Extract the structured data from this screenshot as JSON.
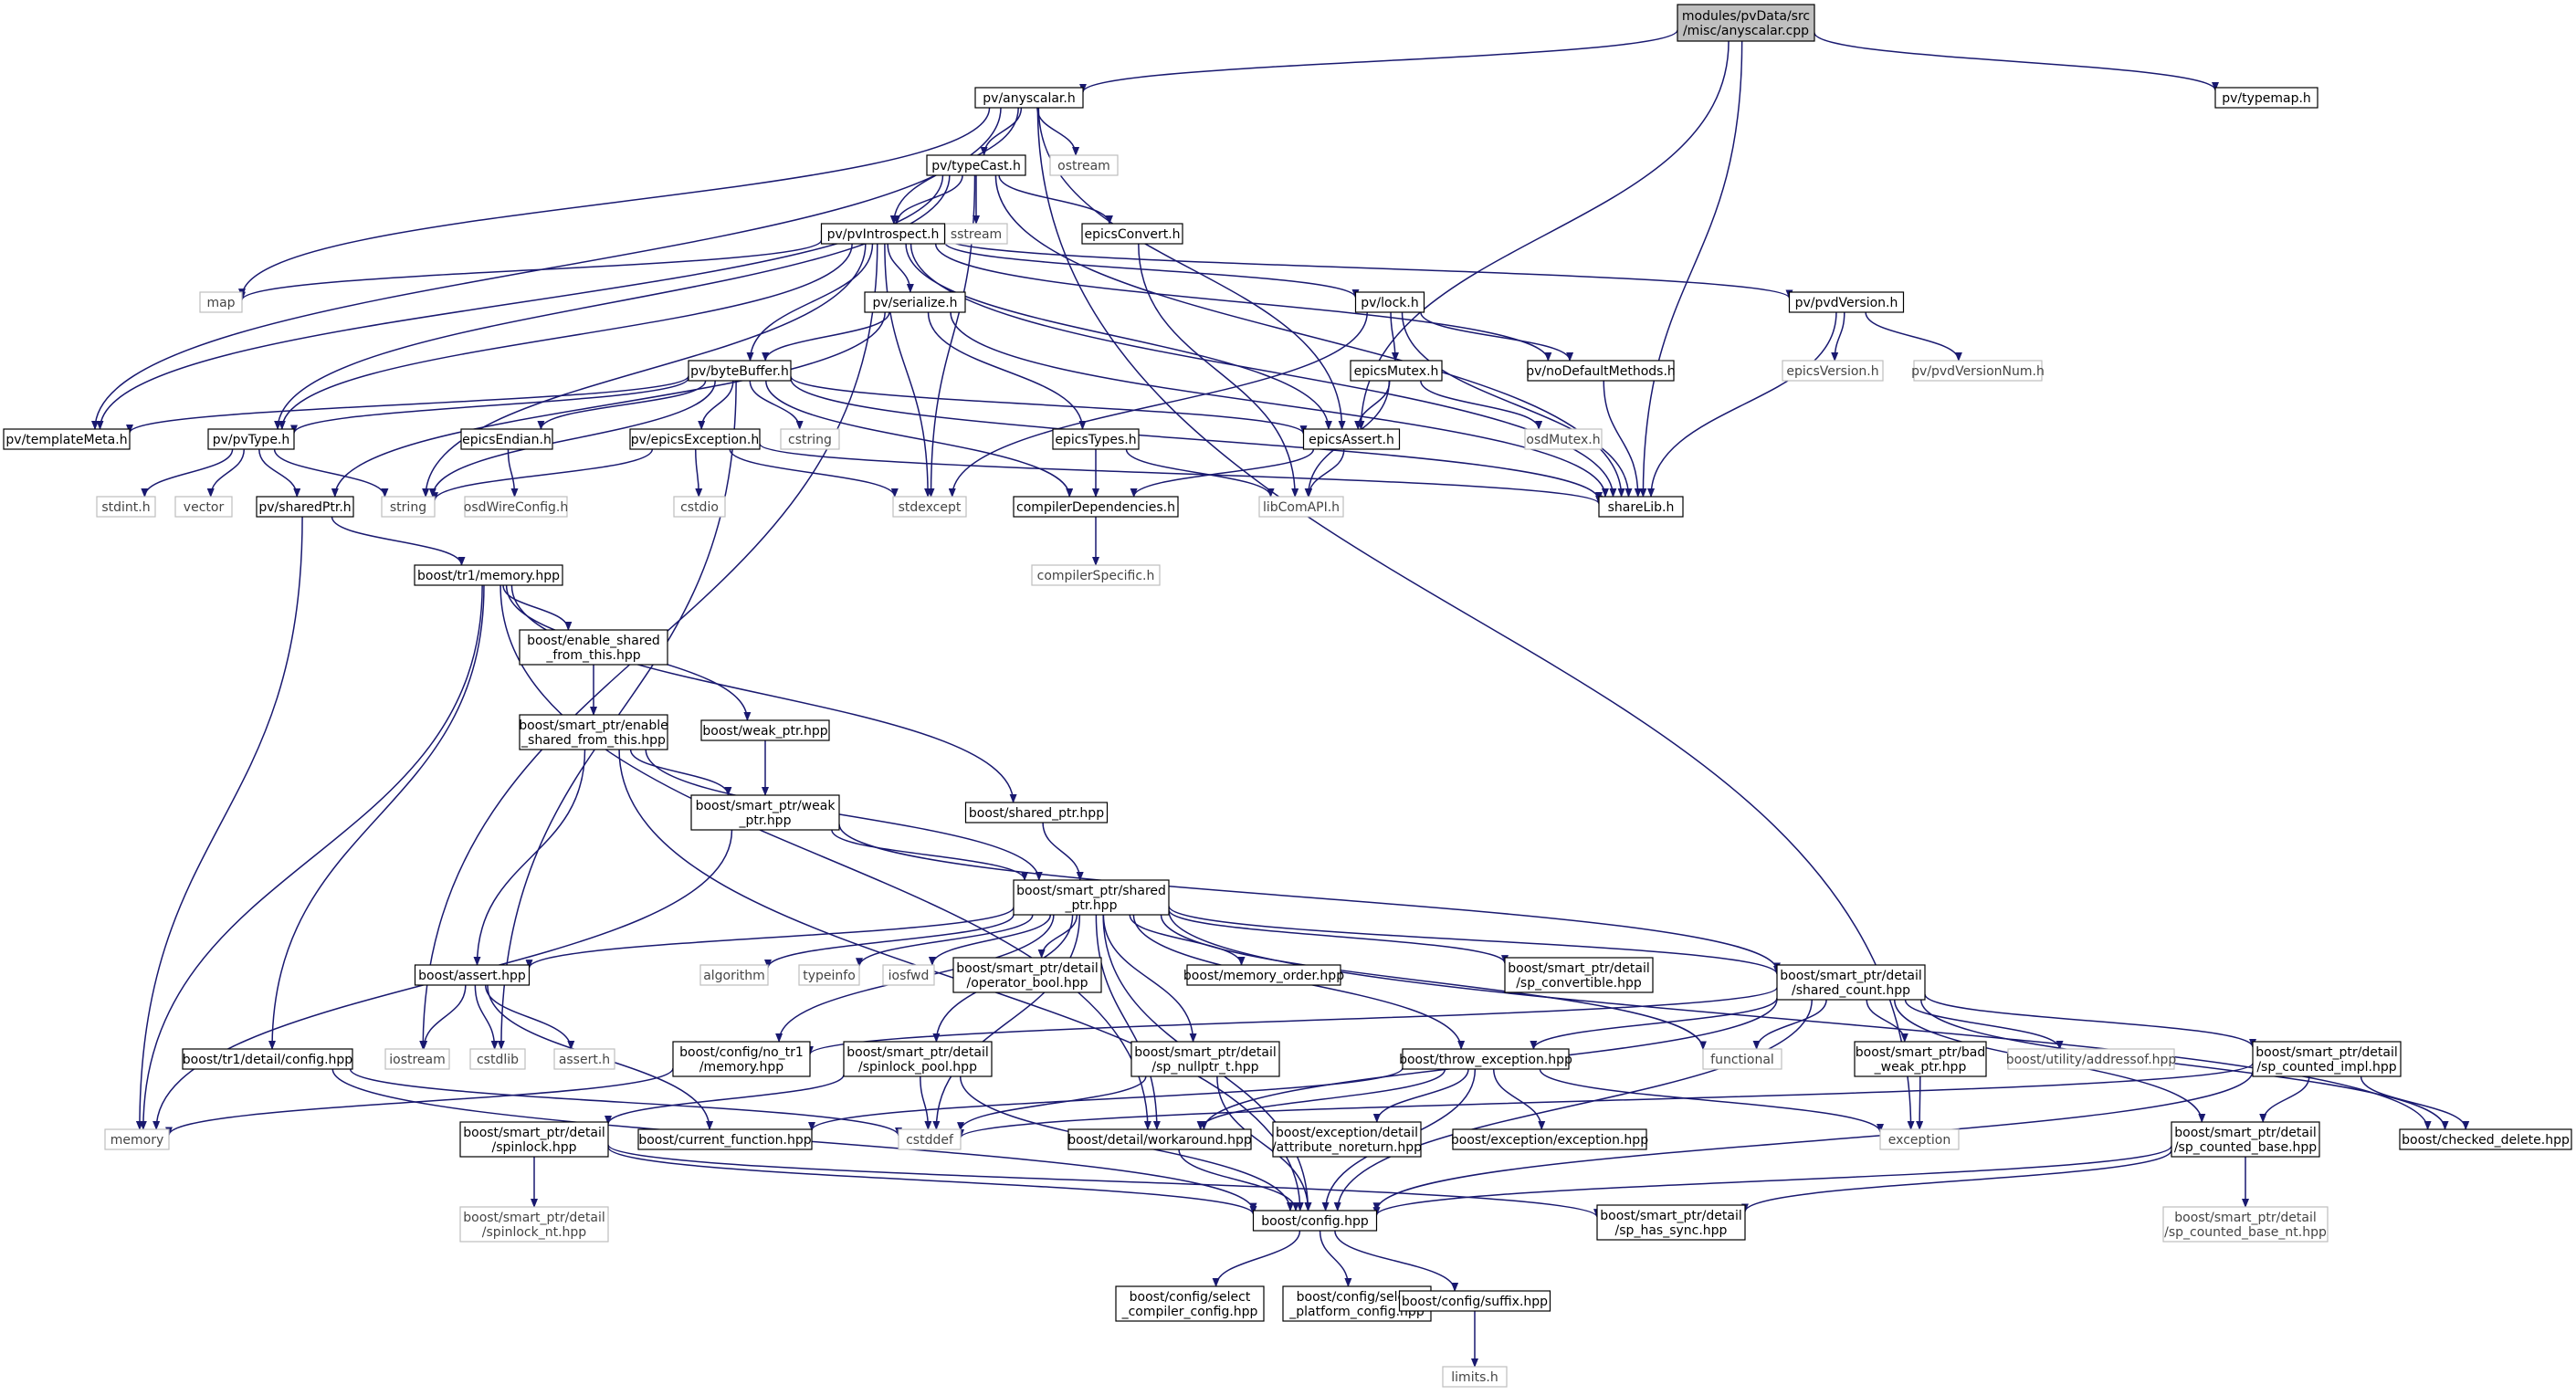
{
  "colors": {
    "edge": "#191970",
    "box_border_solid": "#000000",
    "box_border_external": "#bfbfbf",
    "box_fill": "#ffffff",
    "root_fill": "#bfbfbf",
    "text": "#000000",
    "text_external": "#444444"
  },
  "nodes": [
    {
      "id": "root",
      "lines": [
        "modules/pvData/src",
        "/misc/anyscalar.cpp"
      ],
      "style": "root"
    },
    {
      "id": "anyscalar",
      "lines": [
        "pv/anyscalar.h"
      ],
      "style": "solid"
    },
    {
      "id": "typemap",
      "lines": [
        "pv/typemap.h"
      ],
      "style": "solid"
    },
    {
      "id": "ostream",
      "lines": [
        "ostream"
      ],
      "style": "external"
    },
    {
      "id": "typeCast",
      "lines": [
        "pv/typeCast.h"
      ],
      "style": "solid"
    },
    {
      "id": "sstream",
      "lines": [
        "sstream"
      ],
      "style": "external"
    },
    {
      "id": "pvIntrospect",
      "lines": [
        "pv/pvIntrospect.h"
      ],
      "style": "solid"
    },
    {
      "id": "epicsConvert",
      "lines": [
        "epicsConvert.h"
      ],
      "style": "solid"
    },
    {
      "id": "map",
      "lines": [
        "map"
      ],
      "style": "external"
    },
    {
      "id": "serialize",
      "lines": [
        "pv/serialize.h"
      ],
      "style": "solid"
    },
    {
      "id": "lock",
      "lines": [
        "pv/lock.h"
      ],
      "style": "solid"
    },
    {
      "id": "pvdVersion",
      "lines": [
        "pv/pvdVersion.h"
      ],
      "style": "solid"
    },
    {
      "id": "byteBuffer",
      "lines": [
        "pv/byteBuffer.h"
      ],
      "style": "solid"
    },
    {
      "id": "epicsMutex",
      "lines": [
        "epicsMutex.h"
      ],
      "style": "solid"
    },
    {
      "id": "noDefaultMethods",
      "lines": [
        "pv/noDefaultMethods.h"
      ],
      "style": "solid"
    },
    {
      "id": "epicsVersion",
      "lines": [
        "epicsVersion.h"
      ],
      "style": "external"
    },
    {
      "id": "pvdVersionNum",
      "lines": [
        "pv/pvdVersionNum.h"
      ],
      "style": "external"
    },
    {
      "id": "templateMeta",
      "lines": [
        "pv/templateMeta.h"
      ],
      "style": "solid"
    },
    {
      "id": "pvType",
      "lines": [
        "pv/pvType.h"
      ],
      "style": "solid"
    },
    {
      "id": "epicsEndian",
      "lines": [
        "epicsEndian.h"
      ],
      "style": "solid"
    },
    {
      "id": "epicsException",
      "lines": [
        "pv/epicsException.h"
      ],
      "style": "solid"
    },
    {
      "id": "cstring",
      "lines": [
        "cstring"
      ],
      "style": "external"
    },
    {
      "id": "epicsTypes",
      "lines": [
        "epicsTypes.h"
      ],
      "style": "solid"
    },
    {
      "id": "epicsAssert",
      "lines": [
        "epicsAssert.h"
      ],
      "style": "solid"
    },
    {
      "id": "osdMutex",
      "lines": [
        "osdMutex.h"
      ],
      "style": "external"
    },
    {
      "id": "stdint",
      "lines": [
        "stdint.h"
      ],
      "style": "external"
    },
    {
      "id": "vector",
      "lines": [
        "vector"
      ],
      "style": "external"
    },
    {
      "id": "sharedPtr",
      "lines": [
        "pv/sharedPtr.h"
      ],
      "style": "solid"
    },
    {
      "id": "string",
      "lines": [
        "string"
      ],
      "style": "external"
    },
    {
      "id": "osdWireConfig",
      "lines": [
        "osdWireConfig.h"
      ],
      "style": "external"
    },
    {
      "id": "cstdio",
      "lines": [
        "cstdio"
      ],
      "style": "external"
    },
    {
      "id": "stdexcept",
      "lines": [
        "stdexcept"
      ],
      "style": "external"
    },
    {
      "id": "compilerDependencies",
      "lines": [
        "compilerDependencies.h"
      ],
      "style": "solid"
    },
    {
      "id": "libComAPI",
      "lines": [
        "libComAPI.h"
      ],
      "style": "external"
    },
    {
      "id": "shareLib",
      "lines": [
        "shareLib.h"
      ],
      "style": "solid"
    },
    {
      "id": "compilerSpecific",
      "lines": [
        "compilerSpecific.h"
      ],
      "style": "external"
    },
    {
      "id": "tr1memory",
      "lines": [
        "boost/tr1/memory.hpp"
      ],
      "style": "solid"
    },
    {
      "id": "enable_shared",
      "lines": [
        "boost/enable_shared",
        "_from_this.hpp"
      ],
      "style": "solid"
    },
    {
      "id": "sp_enable_shared",
      "lines": [
        "boost/smart_ptr/enable",
        "_shared_from_this.hpp"
      ],
      "style": "solid"
    },
    {
      "id": "weak_ptr",
      "lines": [
        "boost/weak_ptr.hpp"
      ],
      "style": "solid"
    },
    {
      "id": "sp_weak_ptr",
      "lines": [
        "boost/smart_ptr/weak",
        "_ptr.hpp"
      ],
      "style": "solid"
    },
    {
      "id": "shared_ptr_hpp",
      "lines": [
        "boost/shared_ptr.hpp"
      ],
      "style": "solid"
    },
    {
      "id": "sp_shared_ptr",
      "lines": [
        "boost/smart_ptr/shared",
        "_ptr.hpp"
      ],
      "style": "solid"
    },
    {
      "id": "assert_hpp",
      "lines": [
        "boost/assert.hpp"
      ],
      "style": "solid"
    },
    {
      "id": "algorithm",
      "lines": [
        "algorithm"
      ],
      "style": "external"
    },
    {
      "id": "typeinfo",
      "lines": [
        "typeinfo"
      ],
      "style": "external"
    },
    {
      "id": "iosfwd",
      "lines": [
        "iosfwd"
      ],
      "style": "external"
    },
    {
      "id": "operator_bool",
      "lines": [
        "boost/smart_ptr/detail",
        "/operator_bool.hpp"
      ],
      "style": "solid"
    },
    {
      "id": "memory_order",
      "lines": [
        "boost/memory_order.hpp"
      ],
      "style": "solid"
    },
    {
      "id": "sp_convertible",
      "lines": [
        "boost/smart_ptr/detail",
        "/sp_convertible.hpp"
      ],
      "style": "solid"
    },
    {
      "id": "shared_count",
      "lines": [
        "boost/smart_ptr/detail",
        "/shared_count.hpp"
      ],
      "style": "solid"
    },
    {
      "id": "tr1_config",
      "lines": [
        "boost/tr1/detail/config.hpp"
      ],
      "style": "solid"
    },
    {
      "id": "iostream",
      "lines": [
        "iostream"
      ],
      "style": "external"
    },
    {
      "id": "cstdlib",
      "lines": [
        "cstdlib"
      ],
      "style": "external"
    },
    {
      "id": "assert_h",
      "lines": [
        "assert.h"
      ],
      "style": "external"
    },
    {
      "id": "no_tr1_memory",
      "lines": [
        "boost/config/no_tr1",
        "/memory.hpp"
      ],
      "style": "solid"
    },
    {
      "id": "spinlock_pool",
      "lines": [
        "boost/smart_ptr/detail",
        "/spinlock_pool.hpp"
      ],
      "style": "solid"
    },
    {
      "id": "sp_nullptr_t",
      "lines": [
        "boost/smart_ptr/detail",
        "/sp_nullptr_t.hpp"
      ],
      "style": "solid"
    },
    {
      "id": "throw_exception",
      "lines": [
        "boost/throw_exception.hpp"
      ],
      "style": "solid"
    },
    {
      "id": "functional",
      "lines": [
        "functional"
      ],
      "style": "external"
    },
    {
      "id": "bad_weak_ptr",
      "lines": [
        "boost/smart_ptr/bad",
        "_weak_ptr.hpp"
      ],
      "style": "solid"
    },
    {
      "id": "addressof",
      "lines": [
        "boost/utility/addressof.hpp"
      ],
      "style": "external"
    },
    {
      "id": "sp_counted_impl",
      "lines": [
        "boost/smart_ptr/detail",
        "/sp_counted_impl.hpp"
      ],
      "style": "solid"
    },
    {
      "id": "memory",
      "lines": [
        "memory"
      ],
      "style": "external"
    },
    {
      "id": "spinlock",
      "lines": [
        "boost/smart_ptr/detail",
        "/spinlock.hpp"
      ],
      "style": "solid"
    },
    {
      "id": "current_function",
      "lines": [
        "boost/current_function.hpp"
      ],
      "style": "solid"
    },
    {
      "id": "cstddef",
      "lines": [
        "cstddef"
      ],
      "style": "external"
    },
    {
      "id": "workaround",
      "lines": [
        "boost/detail/workaround.hpp"
      ],
      "style": "solid"
    },
    {
      "id": "attribute_noreturn",
      "lines": [
        "boost/exception/detail",
        "/attribute_noreturn.hpp"
      ],
      "style": "solid"
    },
    {
      "id": "exception_hpp",
      "lines": [
        "boost/exception/exception.hpp"
      ],
      "style": "solid"
    },
    {
      "id": "exception",
      "lines": [
        "exception"
      ],
      "style": "external"
    },
    {
      "id": "sp_counted_base",
      "lines": [
        "boost/smart_ptr/detail",
        "/sp_counted_base.hpp"
      ],
      "style": "solid"
    },
    {
      "id": "checked_delete",
      "lines": [
        "boost/checked_delete.hpp"
      ],
      "style": "solid"
    },
    {
      "id": "spinlock_nt",
      "lines": [
        "boost/smart_ptr/detail",
        "/spinlock_nt.hpp"
      ],
      "style": "external"
    },
    {
      "id": "config_hpp",
      "lines": [
        "boost/config.hpp"
      ],
      "style": "solid"
    },
    {
      "id": "sp_has_sync",
      "lines": [
        "boost/smart_ptr/detail",
        "/sp_has_sync.hpp"
      ],
      "style": "solid"
    },
    {
      "id": "sp_counted_base_nt",
      "lines": [
        "boost/smart_ptr/detail",
        "/sp_counted_base_nt.hpp"
      ],
      "style": "external"
    },
    {
      "id": "select_compiler",
      "lines": [
        "boost/config/select",
        "_compiler_config.hpp"
      ],
      "style": "solid"
    },
    {
      "id": "select_platform",
      "lines": [
        "boost/config/select",
        "_platform_config.hpp"
      ],
      "style": "solid"
    },
    {
      "id": "suffix",
      "lines": [
        "boost/config/suffix.hpp"
      ],
      "style": "solid"
    },
    {
      "id": "limits",
      "lines": [
        "limits.h"
      ],
      "style": "external"
    }
  ],
  "edges": [
    [
      "root",
      "anyscalar"
    ],
    [
      "root",
      "typemap"
    ],
    [
      "root",
      "epicsAssert"
    ],
    [
      "root",
      "shareLib"
    ],
    [
      "anyscalar",
      "templateMeta"
    ],
    [
      "anyscalar",
      "map"
    ],
    [
      "anyscalar",
      "ostream"
    ],
    [
      "anyscalar",
      "typeCast"
    ],
    [
      "anyscalar",
      "pvIntrospect"
    ],
    [
      "anyscalar",
      "epicsAssert"
    ],
    [
      "anyscalar",
      "exception"
    ],
    [
      "typeCast",
      "sstream"
    ],
    [
      "typeCast",
      "pvIntrospect"
    ],
    [
      "typeCast",
      "epicsConvert"
    ],
    [
      "typeCast",
      "templateMeta"
    ],
    [
      "typeCast",
      "pvType"
    ],
    [
      "typeCast",
      "stdexcept"
    ],
    [
      "typeCast",
      "shareLib"
    ],
    [
      "pvIntrospect",
      "map"
    ],
    [
      "pvIntrospect",
      "serialize"
    ],
    [
      "pvIntrospect",
      "lock"
    ],
    [
      "pvIntrospect",
      "pvdVersion"
    ],
    [
      "pvIntrospect",
      "byteBuffer"
    ],
    [
      "pvIntrospect",
      "noDefaultMethods"
    ],
    [
      "pvIntrospect",
      "epicsAssert"
    ],
    [
      "pvIntrospect",
      "shareLib"
    ],
    [
      "pvIntrospect",
      "pvType"
    ],
    [
      "pvIntrospect",
      "string"
    ],
    [
      "pvIntrospect",
      "stdexcept"
    ],
    [
      "pvIntrospect",
      "iostream"
    ],
    [
      "epicsConvert",
      "libComAPI"
    ],
    [
      "serialize",
      "byteBuffer"
    ],
    [
      "serialize",
      "epicsTypes"
    ],
    [
      "serialize",
      "sharedPtr"
    ],
    [
      "serialize",
      "shareLib"
    ],
    [
      "lock",
      "epicsMutex"
    ],
    [
      "lock",
      "noDefaultMethods"
    ],
    [
      "lock",
      "shareLib"
    ],
    [
      "lock",
      "stdexcept"
    ],
    [
      "pvdVersion",
      "epicsVersion"
    ],
    [
      "pvdVersion",
      "pvdVersionNum"
    ],
    [
      "pvdVersion",
      "shareLib"
    ],
    [
      "byteBuffer",
      "templateMeta"
    ],
    [
      "byteBuffer",
      "pvType"
    ],
    [
      "byteBuffer",
      "epicsEndian"
    ],
    [
      "byteBuffer",
      "epicsException"
    ],
    [
      "byteBuffer",
      "cstring"
    ],
    [
      "byteBuffer",
      "epicsAssert"
    ],
    [
      "byteBuffer",
      "compilerDependencies"
    ],
    [
      "byteBuffer",
      "shareLib"
    ],
    [
      "byteBuffer",
      "string"
    ],
    [
      "byteBuffer",
      "cstdlib"
    ],
    [
      "epicsMutex",
      "epicsAssert"
    ],
    [
      "epicsMutex",
      "osdMutex"
    ],
    [
      "epicsMutex",
      "libComAPI"
    ],
    [
      "noDefaultMethods",
      "shareLib"
    ],
    [
      "pvType",
      "stdint"
    ],
    [
      "pvType",
      "vector"
    ],
    [
      "pvType",
      "sharedPtr"
    ],
    [
      "pvType",
      "string"
    ],
    [
      "epicsEndian",
      "osdWireConfig"
    ],
    [
      "epicsException",
      "string"
    ],
    [
      "epicsException",
      "cstdio"
    ],
    [
      "epicsException",
      "stdexcept"
    ],
    [
      "epicsException",
      "shareLib"
    ],
    [
      "epicsTypes",
      "compilerDependencies"
    ],
    [
      "epicsTypes",
      "libComAPI"
    ],
    [
      "epicsAssert",
      "compilerDependencies"
    ],
    [
      "epicsAssert",
      "libComAPI"
    ],
    [
      "compilerDependencies",
      "compilerSpecific"
    ],
    [
      "sharedPtr",
      "tr1memory"
    ],
    [
      "sharedPtr",
      "memory"
    ],
    [
      "tr1memory",
      "enable_shared"
    ],
    [
      "tr1memory",
      "weak_ptr"
    ],
    [
      "tr1memory",
      "shared_ptr_hpp"
    ],
    [
      "tr1memory",
      "memory"
    ],
    [
      "tr1memory",
      "tr1_config"
    ],
    [
      "tr1memory",
      "workaround"
    ],
    [
      "enable_shared",
      "sp_enable_shared"
    ],
    [
      "sp_enable_shared",
      "sp_weak_ptr"
    ],
    [
      "sp_enable_shared",
      "sp_shared_ptr"
    ],
    [
      "sp_enable_shared",
      "assert_hpp"
    ],
    [
      "sp_enable_shared",
      "config_hpp"
    ],
    [
      "weak_ptr",
      "sp_weak_ptr"
    ],
    [
      "sp_weak_ptr",
      "sp_shared_ptr"
    ],
    [
      "sp_weak_ptr",
      "shared_count"
    ],
    [
      "sp_weak_ptr",
      "memory"
    ],
    [
      "shared_ptr_hpp",
      "sp_shared_ptr"
    ],
    [
      "sp_shared_ptr",
      "assert_hpp"
    ],
    [
      "sp_shared_ptr",
      "algorithm"
    ],
    [
      "sp_shared_ptr",
      "typeinfo"
    ],
    [
      "sp_shared_ptr",
      "iosfwd"
    ],
    [
      "sp_shared_ptr",
      "operator_bool"
    ],
    [
      "sp_shared_ptr",
      "memory_order"
    ],
    [
      "sp_shared_ptr",
      "sp_convertible"
    ],
    [
      "sp_shared_ptr",
      "shared_count"
    ],
    [
      "sp_shared_ptr",
      "functional"
    ],
    [
      "sp_shared_ptr",
      "checked_delete"
    ],
    [
      "sp_shared_ptr",
      "no_tr1_memory"
    ],
    [
      "sp_shared_ptr",
      "spinlock_pool"
    ],
    [
      "sp_shared_ptr",
      "sp_nullptr_t"
    ],
    [
      "sp_shared_ptr",
      "throw_exception"
    ],
    [
      "sp_shared_ptr",
      "workaround"
    ],
    [
      "sp_shared_ptr",
      "cstddef"
    ],
    [
      "sp_shared_ptr",
      "config_hpp"
    ],
    [
      "shared_count",
      "no_tr1_memory"
    ],
    [
      "shared_count",
      "functional"
    ],
    [
      "shared_count",
      "bad_weak_ptr"
    ],
    [
      "shared_count",
      "addressof"
    ],
    [
      "shared_count",
      "sp_counted_impl"
    ],
    [
      "shared_count",
      "sp_counted_base"
    ],
    [
      "shared_count",
      "checked_delete"
    ],
    [
      "shared_count",
      "throw_exception"
    ],
    [
      "shared_count",
      "workaround"
    ],
    [
      "shared_count",
      "config_hpp"
    ],
    [
      "assert_hpp",
      "iostream"
    ],
    [
      "assert_hpp",
      "cstdlib"
    ],
    [
      "assert_hpp",
      "assert_h"
    ],
    [
      "assert_hpp",
      "current_function"
    ],
    [
      "tr1_config",
      "cstddef"
    ],
    [
      "tr1_config",
      "config_hpp"
    ],
    [
      "no_tr1_memory",
      "memory"
    ],
    [
      "spinlock_pool",
      "spinlock"
    ],
    [
      "spinlock_pool",
      "cstddef"
    ],
    [
      "spinlock_pool",
      "config_hpp"
    ],
    [
      "sp_nullptr_t",
      "cstddef"
    ],
    [
      "sp_nullptr_t",
      "config_hpp"
    ],
    [
      "throw_exception",
      "attribute_noreturn"
    ],
    [
      "throw_exception",
      "exception_hpp"
    ],
    [
      "throw_exception",
      "exception"
    ],
    [
      "throw_exception",
      "workaround"
    ],
    [
      "throw_exception",
      "current_function"
    ],
    [
      "throw_exception",
      "config_hpp"
    ],
    [
      "bad_weak_ptr",
      "exception"
    ],
    [
      "sp_counted_impl",
      "checked_delete"
    ],
    [
      "sp_counted_impl",
      "sp_counted_base"
    ],
    [
      "sp_counted_impl",
      "cstddef"
    ],
    [
      "sp_counted_impl",
      "config_hpp"
    ],
    [
      "spinlock",
      "spinlock_nt"
    ],
    [
      "spinlock",
      "sp_has_sync"
    ],
    [
      "spinlock",
      "config_hpp"
    ],
    [
      "workaround",
      "config_hpp"
    ],
    [
      "sp_counted_base",
      "sp_counted_base_nt"
    ],
    [
      "sp_counted_base",
      "sp_has_sync"
    ],
    [
      "sp_counted_base",
      "config_hpp"
    ],
    [
      "config_hpp",
      "select_compiler"
    ],
    [
      "config_hpp",
      "select_platform"
    ],
    [
      "config_hpp",
      "suffix"
    ],
    [
      "suffix",
      "limits"
    ]
  ]
}
